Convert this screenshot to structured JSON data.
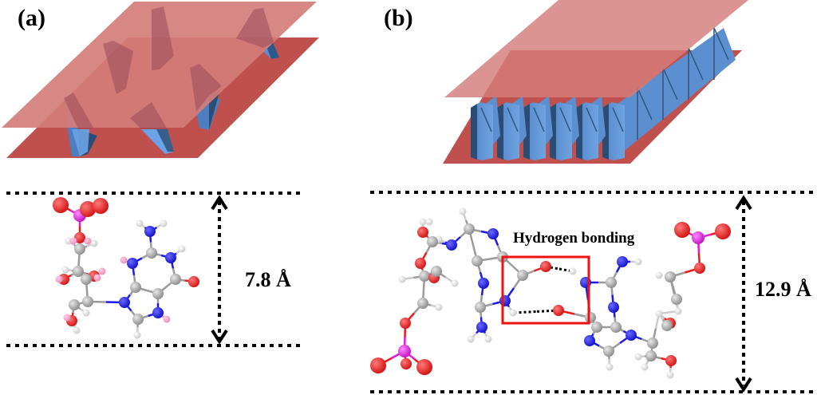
{
  "panels": [
    {
      "label": "(a)",
      "schematic": "randomly oriented wedge-shaped molecules between two layers",
      "molecule": "single nucleotide (guanine base with ribose phosphate)",
      "interlayer_distance": "7.8 Å"
    },
    {
      "label": "(b)",
      "schematic": "ordered parallel rows of wedge-shaped molecules between two layers",
      "molecule": "hydrogen-bonded nucleotide dimer",
      "annotation": "Hydrogen bonding",
      "interlayer_distance": "12.9 Å"
    }
  ],
  "atom_colors": {
    "carbon": "#9a9a9a",
    "nitrogen": "#1a1aee",
    "oxygen": "#ee1a1a",
    "phosphorus": "#e01ae0",
    "hydrogen": "#f2f2f2",
    "hydrogen_polar": "#f0a0c8"
  },
  "layer_colors": {
    "bottom_layer": "#c0504d",
    "top_layer": "#d47d7a",
    "molecule_wedge": "#5b8fd0",
    "highlight_box": "#ee1111"
  }
}
